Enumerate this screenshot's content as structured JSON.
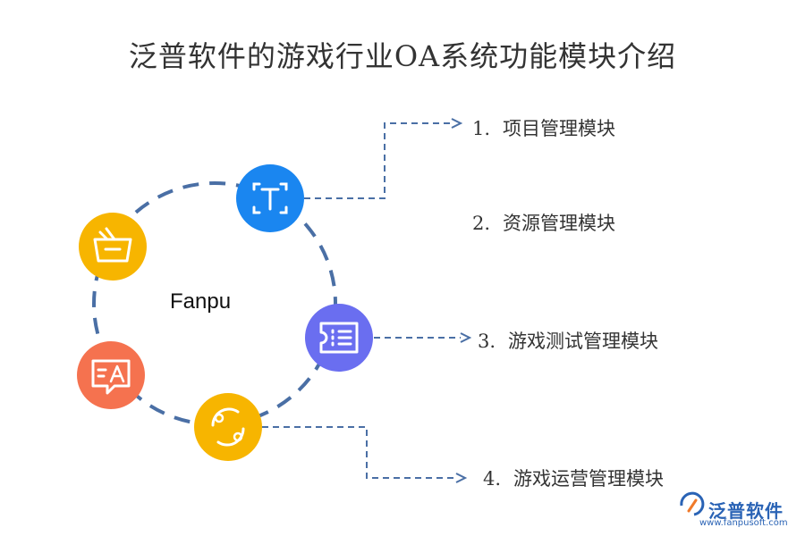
{
  "title": "泛普软件的游戏行业OA系统功能模块介绍",
  "center_label": "Fanpu",
  "items": [
    {
      "num": "1.",
      "label": "项目管理模块"
    },
    {
      "num": "2.",
      "label": "资源管理模块"
    },
    {
      "num": "3.",
      "label": "游戏测试管理模块"
    },
    {
      "num": "4.",
      "label": "游戏运营管理模块"
    }
  ],
  "icons": [
    {
      "name": "text-recognition-icon",
      "color": "#1a86f0"
    },
    {
      "name": "ticket-list-icon",
      "color": "#6a6ef0"
    },
    {
      "name": "exchange-icon",
      "color": "#f7b500"
    },
    {
      "name": "translate-icon",
      "color": "#f5724f"
    },
    {
      "name": "basket-icon",
      "color": "#f7b500"
    }
  ],
  "colors": {
    "ring": "#4a6fa5",
    "connector": "#4a6fa5",
    "brand": "#2a63b5"
  },
  "logo": {
    "text": "泛普软件",
    "url": "www.fanpusoft.com"
  }
}
